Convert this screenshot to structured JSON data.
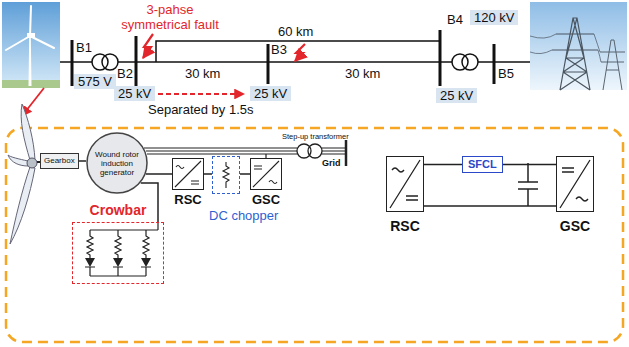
{
  "diagram": {
    "nodes": [
      {
        "text": [
          "575 V"
        ]
      },
      {
        "text": [
          "25 kV"
        ]
      },
      {
        "text": [
          "25 kV"
        ]
      },
      {
        "text": [
          "120 kV"
        ]
      },
      {
        "text": [
          "25 kV"
        ]
      },
      {
        "text": [
          "Gearbox"
        ]
      },
      {
        "text": [
          "Wound rotor induction generator"
        ]
      },
      {
        "text": [
          "Crowbar"
        ]
      },
      {
        "text": [
          "RSC"
        ]
      },
      {
        "text": [
          "DC chopper"
        ]
      },
      {
        "text": [
          "GSC"
        ]
      },
      {
        "text": [
          "RSC"
        ]
      },
      {
        "text": [
          "SFCL"
        ]
      },
      {
        "text": [
          "GSC"
        ]
      }
    ],
    "edges": [
      {
        "from": 5,
        "to": 6,
        "arrow": "none"
      },
      {
        "from": 6,
        "to": 8,
        "arrow": "none"
      },
      {
        "from": 6,
        "to": 7,
        "arrow": "none"
      },
      {
        "from": 8,
        "to": 9,
        "arrow": "none"
      },
      {
        "from": 9,
        "to": 10,
        "arrow": "none"
      },
      {
        "from": 11,
        "to": 12,
        "arrow": "none"
      },
      {
        "from": 12,
        "to": 13,
        "arrow": "none"
      }
    ],
    "labels": [
      "3-pahse symmetrical fault",
      "B1",
      "B2",
      "60 km",
      "B3",
      "30 km",
      "30 km",
      "B4",
      "B5",
      "Separated by 1.5s",
      "Step-up transformer",
      "Grid"
    ]
  }
}
